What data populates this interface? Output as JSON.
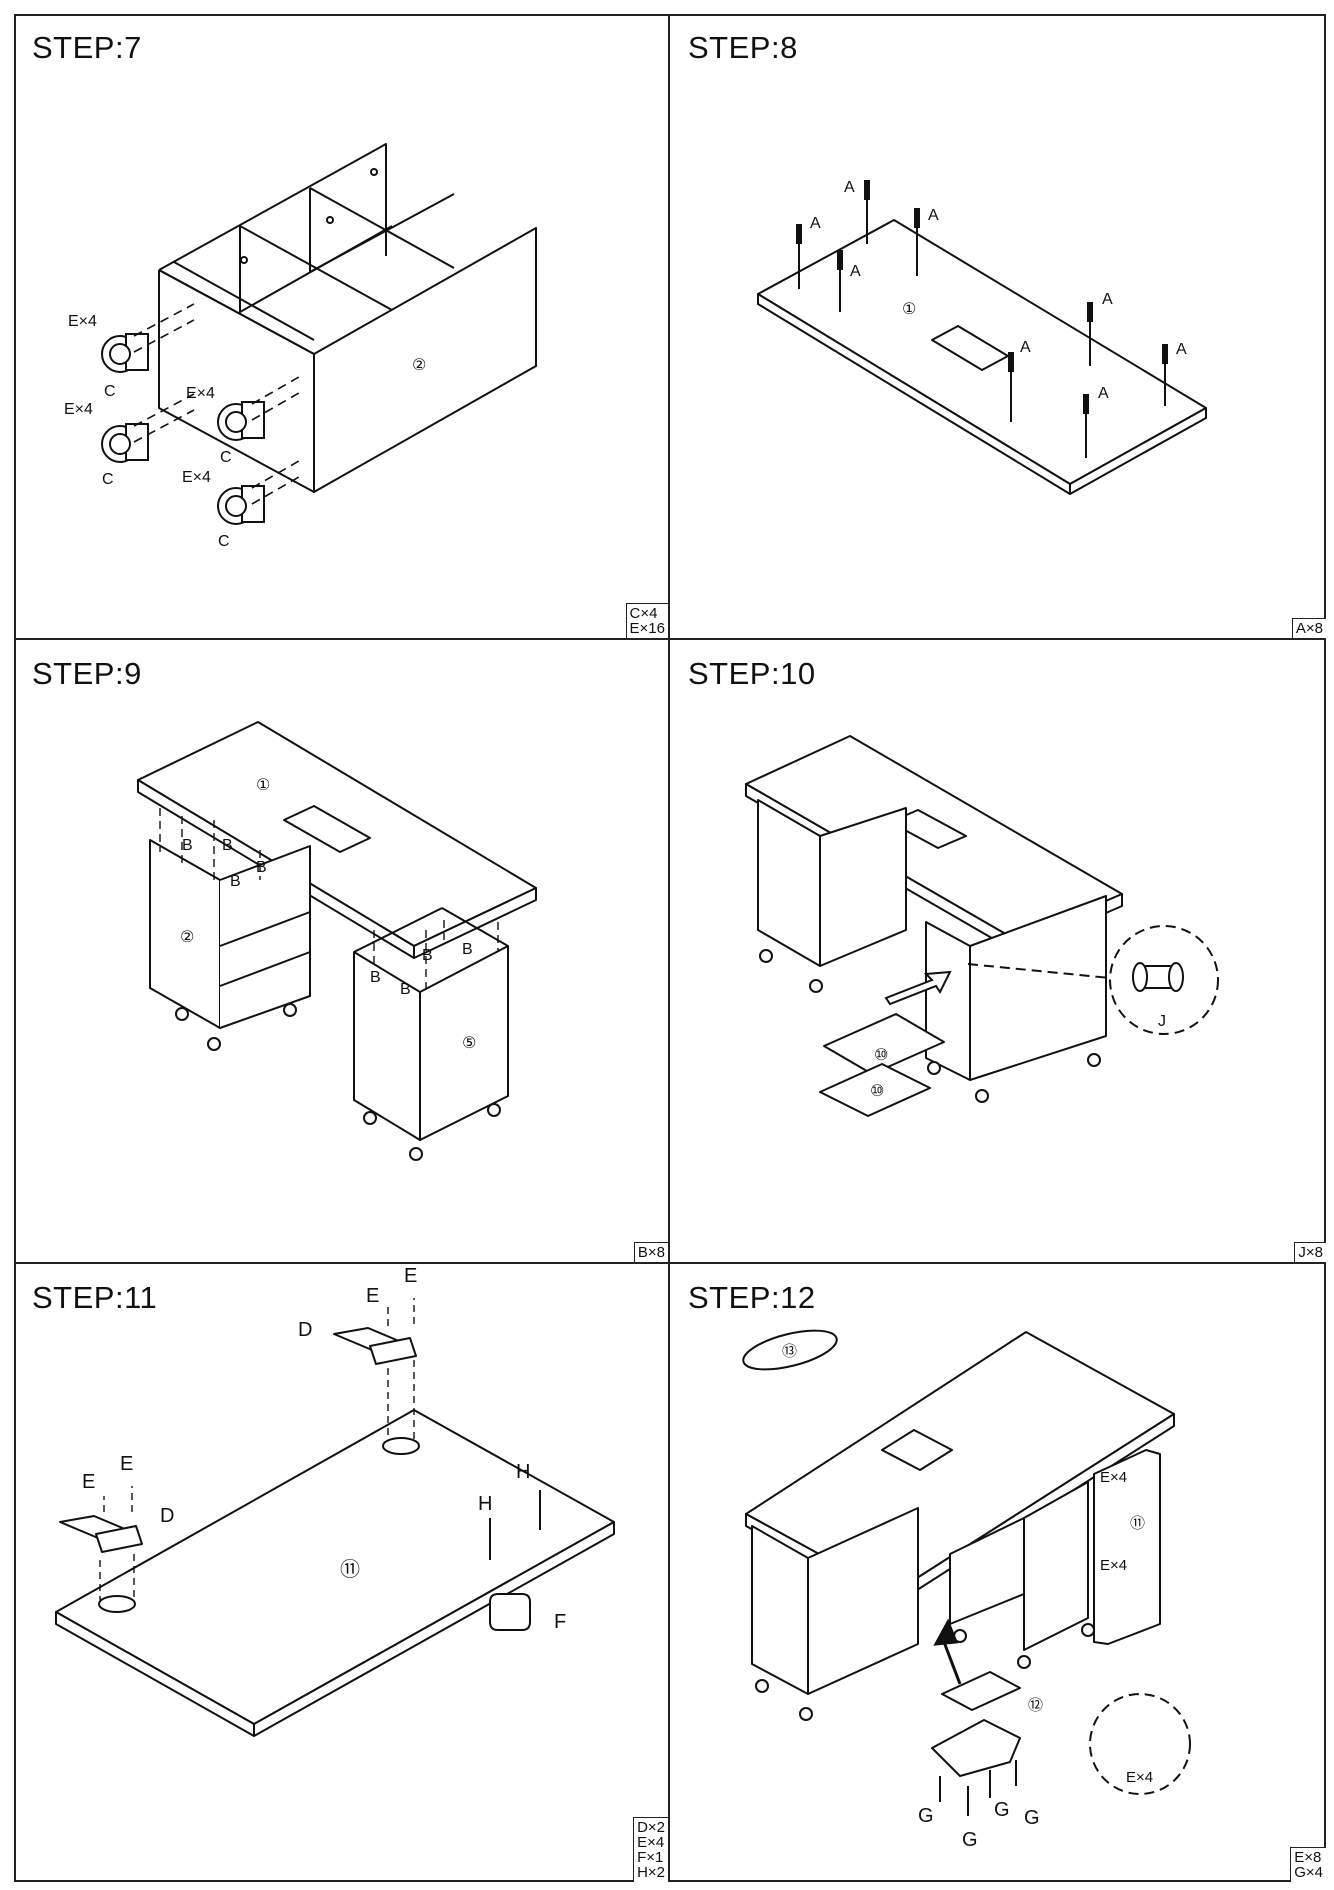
{
  "steps": [
    {
      "title": "STEP:7",
      "parts": [
        "C×4",
        "E×16"
      ],
      "labels": {
        "e4": "E×4",
        "c": "C",
        "panel": "②"
      }
    },
    {
      "title": "STEP:8",
      "parts": [
        "A×8"
      ],
      "labels": {
        "a": "A",
        "panel": "①"
      }
    },
    {
      "title": "STEP:9",
      "parts": [
        "B×8"
      ],
      "labels": {
        "b": "B",
        "top": "①",
        "left": "②",
        "right": "⑤"
      }
    },
    {
      "title": "STEP:10",
      "parts": [
        "J×8"
      ],
      "labels": {
        "j": "J",
        "shelf": "⑩"
      }
    },
    {
      "title": "STEP:11",
      "parts": [
        "D×2",
        "E×4",
        "F×1",
        "H×2"
      ],
      "labels": {
        "d": "D",
        "e": "E",
        "f": "F",
        "h": "H",
        "door": "⑪"
      }
    },
    {
      "title": "STEP:12",
      "parts": [
        "E×8",
        "G×4"
      ],
      "labels": {
        "e4": "E×4",
        "g": "G",
        "door": "⑪",
        "tray": "⑫",
        "cap": "⑬"
      }
    }
  ]
}
